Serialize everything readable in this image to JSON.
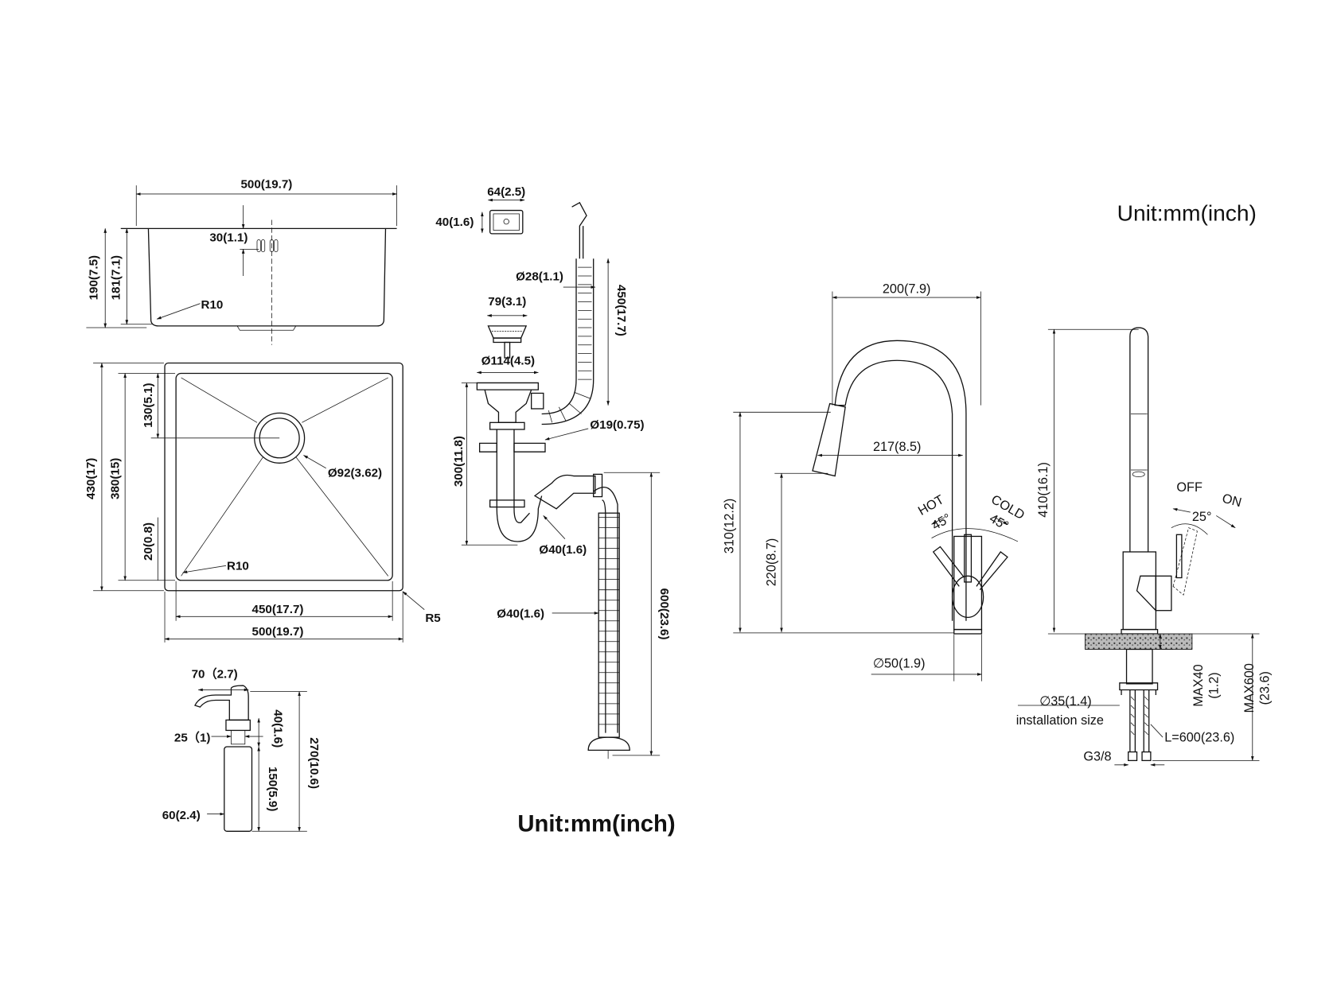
{
  "sink_side": {
    "width": "500(19.7)",
    "depth_outer": "190(7.5)",
    "depth_inner": "181(7.1)",
    "overflow": "30(1.1)",
    "radius": "R10"
  },
  "sink_top": {
    "h_outer": "430(17)",
    "h_inner": "380(15)",
    "drain_offset": "130(5.1)",
    "bottom_offset": "20(0.8)",
    "drain_dia": "Ø92(3.62)",
    "radius": "R10",
    "w_inner": "450(17.7)",
    "w_outer": "500(19.7)",
    "corner": "R5"
  },
  "soap": {
    "spout": "70（2.7)",
    "neck": "25（1)",
    "thread": "40(1.6)",
    "bottle": "150(5.9)",
    "total": "270(10.6)",
    "dia": "60(2.4)"
  },
  "drain": {
    "overflow_w": "64(2.5)",
    "overflow_h": "40(1.6)",
    "hose_dia": "Ø28(1.1)",
    "hose_len": "450(17.7)",
    "basket": "79(3.1)",
    "strainer": "Ø114(4.5)",
    "trap_h": "300(11.8)",
    "inlet": "Ø19(0.75)",
    "trap_dia": "Ø40(1.6)",
    "outlet_dia": "Ø40(1.6)",
    "outlet_len": "600(23.6)"
  },
  "unit_left": "Unit:mm(inch)",
  "unit_right": "Unit:mm(inch)",
  "faucet_front": {
    "width": "200(7.9)",
    "reach": "217(8.5)",
    "height": "310(12.2)",
    "spout_h": "220(8.7)",
    "hot": "HOT",
    "cold": "COLD",
    "hot_angle": "45°",
    "cold_angle": "45°",
    "base": "∅50(1.9)"
  },
  "faucet_side": {
    "height": "410(16.1)",
    "off": "OFF",
    "on": "ON",
    "angle": "25°",
    "hole": "∅35(1.4)",
    "install": "installation size",
    "hose": "L=600(23.6)",
    "thread": "G3/8",
    "max_deck": "MAX40",
    "max_deck_in": "(1.2)",
    "max_hose": "MAX600",
    "max_hose_in": "(23.6)"
  }
}
